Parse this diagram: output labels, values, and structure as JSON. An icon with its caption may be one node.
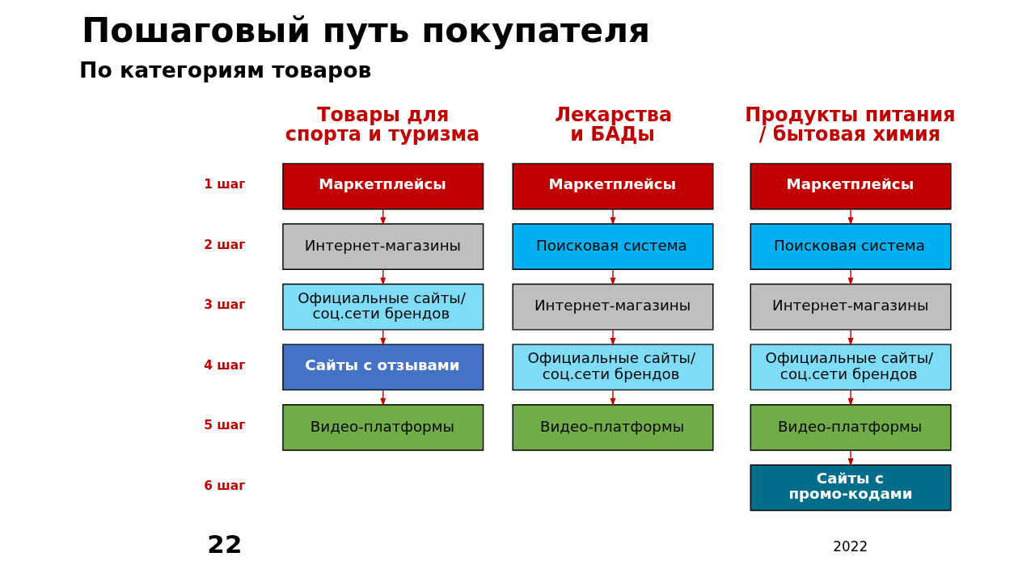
{
  "diagram": {
    "title": "Пошаговый путь покупателя",
    "nodes": [
      {
        "text": [
          "Маркетплейсы"
        ]
      },
      {
        "text": [
          "Интернет-магазины"
        ]
      },
      {
        "text": [
          "Официальные сайты/ соц.сети брендов"
        ]
      },
      {
        "text": [
          "Сайты с отзывами"
        ]
      },
      {
        "text": [
          "Видео-платформы"
        ]
      },
      {
        "text": [
          "Маркетплейсы"
        ]
      },
      {
        "text": [
          "Поисковая система"
        ]
      },
      {
        "text": [
          "Интернет-магазины"
        ]
      },
      {
        "text": [
          "Официальные сайты/ соц.сети брендов"
        ]
      },
      {
        "text": [
          "Видео-платформы"
        ]
      },
      {
        "text": [
          "Маркетплейсы"
        ]
      },
      {
        "text": [
          "Поисковая система"
        ]
      },
      {
        "text": [
          "Интернет-магазины"
        ]
      },
      {
        "text": [
          "Официальные сайты/ соц.сети брендов"
        ]
      },
      {
        "text": [
          "Видео-платформы"
        ]
      },
      {
        "text": [
          "Сайты с промо-кодами"
        ]
      }
    ],
    "edges": [
      {
        "from": 0,
        "to": 1,
        "arrow": "to"
      },
      {
        "from": 1,
        "to": 2,
        "arrow": "to"
      },
      {
        "from": 2,
        "to": 3,
        "arrow": "to"
      },
      {
        "from": 3,
        "to": 4,
        "arrow": "to"
      },
      {
        "from": 5,
        "to": 6,
        "arrow": "to"
      },
      {
        "from": 6,
        "to": 7,
        "arrow": "to"
      },
      {
        "from": 7,
        "to": 8,
        "arrow": "to"
      },
      {
        "from": 8,
        "to": 9,
        "arrow": "to"
      },
      {
        "from": 10,
        "to": 11,
        "arrow": "to"
      },
      {
        "from": 11,
        "to": 12,
        "arrow": "to"
      },
      {
        "from": 12,
        "to": 13,
        "arrow": "to"
      },
      {
        "from": 13,
        "to": 14,
        "arrow": "to"
      },
      {
        "from": 14,
        "to": 15,
        "arrow": "to"
      }
    ],
    "labels": [
      "По категориям товаров",
      "Товары для спорта и туризма",
      "Лекарства и БАДы",
      "Продукты питания / бытовая химия",
      "1 шаг",
      "2 шаг",
      "3 шаг",
      "4 шаг",
      "5 шаг",
      "6 шаг",
      "22",
      "2022"
    ]
  }
}
